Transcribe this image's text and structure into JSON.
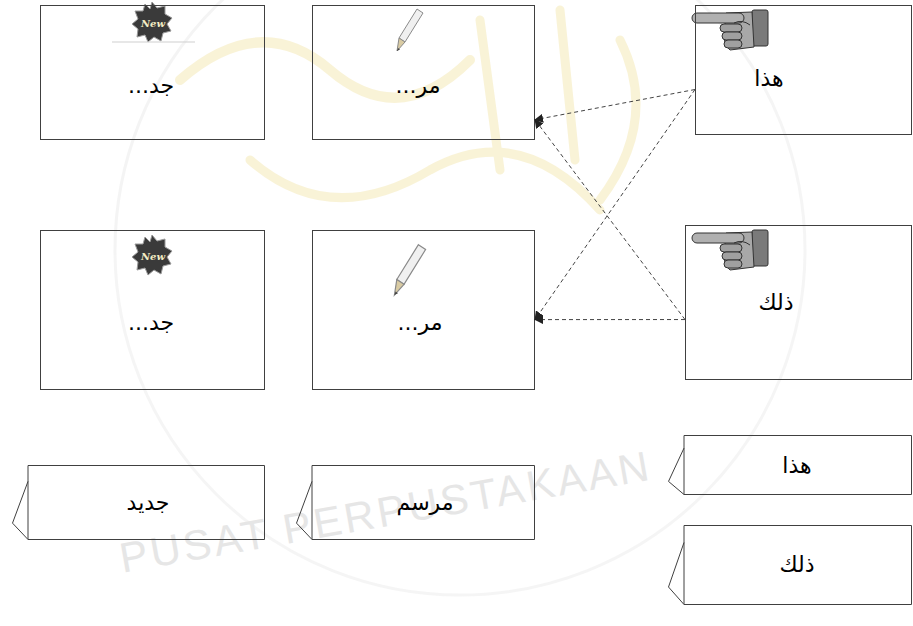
{
  "diagram": {
    "nodes": [
      {
        "text": [
          "هذا"
        ]
      },
      {
        "text": [
          "مر..."
        ]
      },
      {
        "text": [
          "New",
          "جد..."
        ]
      },
      {
        "text": [
          "ذلك"
        ]
      },
      {
        "text": [
          "مر..."
        ]
      },
      {
        "text": [
          "New",
          "جد..."
        ]
      },
      {
        "text": [
          "هذا"
        ]
      },
      {
        "text": [
          "مرسم"
        ]
      },
      {
        "text": [
          "جديد"
        ]
      },
      {
        "text": [
          "ذلك"
        ]
      }
    ],
    "edges": [
      {
        "from": 0,
        "to": 1,
        "arrow": "to"
      },
      {
        "from": 0,
        "to": 4,
        "arrow": "to"
      },
      {
        "from": 3,
        "to": 1,
        "arrow": "to"
      },
      {
        "from": 3,
        "to": 4,
        "arrow": "to"
      }
    ],
    "labels": [
      "PUSAT PERPUSTAKAAN"
    ]
  }
}
